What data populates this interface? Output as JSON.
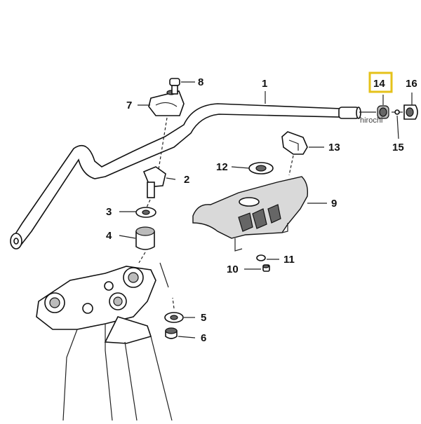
{
  "diagram": {
    "callouts": [
      {
        "id": "1",
        "label": "1"
      },
      {
        "id": "2",
        "label": "2"
      },
      {
        "id": "3",
        "label": "3"
      },
      {
        "id": "4",
        "label": "4"
      },
      {
        "id": "5",
        "label": "5"
      },
      {
        "id": "6",
        "label": "6"
      },
      {
        "id": "7",
        "label": "7"
      },
      {
        "id": "8",
        "label": "8"
      },
      {
        "id": "9",
        "label": "9"
      },
      {
        "id": "10",
        "label": "10"
      },
      {
        "id": "11",
        "label": "11"
      },
      {
        "id": "12",
        "label": "12"
      },
      {
        "id": "13",
        "label": "13"
      },
      {
        "id": "14",
        "label": "14",
        "highlighted": true
      },
      {
        "id": "15",
        "label": "15"
      },
      {
        "id": "16",
        "label": "16"
      }
    ],
    "watermark": "hirochi",
    "highlight_color": "#e5c21a"
  }
}
